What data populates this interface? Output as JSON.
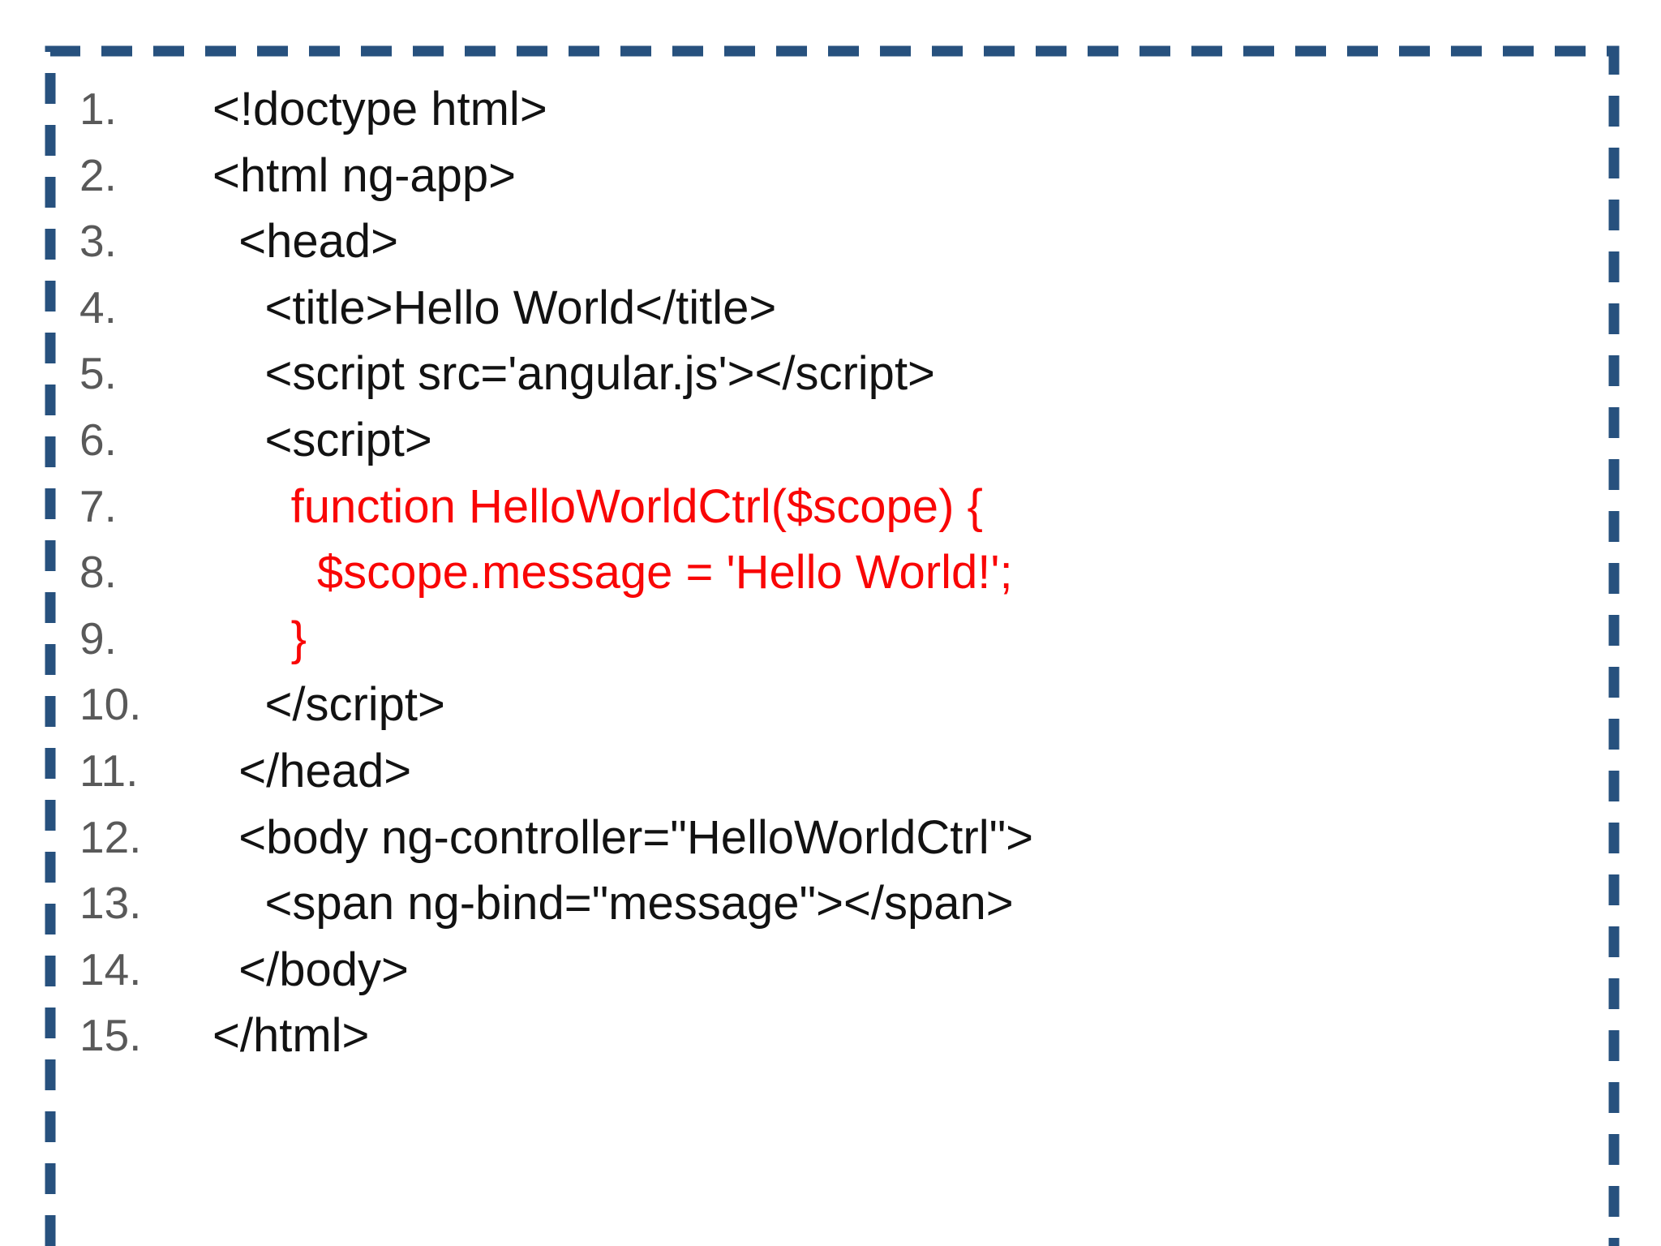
{
  "slide": {
    "background": "#ffffff"
  },
  "colors": {
    "border": "#27517E",
    "line_number": "#595959",
    "code_text": "#121212",
    "code_highlight": "#F90606"
  },
  "border": {
    "style": "dashed",
    "dash_length": 38,
    "dash_gap": 26,
    "thickness": 13,
    "open_bottom": true
  },
  "code_block": {
    "lines": [
      {
        "number": "1.",
        "text": "<!doctype html>",
        "highlight": false
      },
      {
        "number": "2.",
        "text": "<html ng-app>",
        "highlight": false
      },
      {
        "number": "3.",
        "text": "  <head>",
        "highlight": false
      },
      {
        "number": "4.",
        "text": "    <title>Hello World</title>",
        "highlight": false
      },
      {
        "number": "5.",
        "text": "    <script src='angular.js'></script>",
        "highlight": false
      },
      {
        "number": "6.",
        "text": "    <script>",
        "highlight": false
      },
      {
        "number": "7.",
        "text": "      function HelloWorldCtrl($scope) {",
        "highlight": true
      },
      {
        "number": "8.",
        "text": "        $scope.message = 'Hello World!';",
        "highlight": true
      },
      {
        "number": "9.",
        "text": "      }",
        "highlight": true
      },
      {
        "number": "10.",
        "text": "    </script>",
        "highlight": false
      },
      {
        "number": "11.",
        "text": "  </head>",
        "highlight": false
      },
      {
        "number": "12.",
        "text": "  <body ng-controller=\"HelloWorldCtrl\">",
        "highlight": false
      },
      {
        "number": "13.",
        "text": "    <span ng-bind=\"message\"></span>",
        "highlight": false
      },
      {
        "number": "14.",
        "text": "  </body>",
        "highlight": false
      },
      {
        "number": "15.",
        "text": "</html>",
        "highlight": false
      }
    ]
  }
}
